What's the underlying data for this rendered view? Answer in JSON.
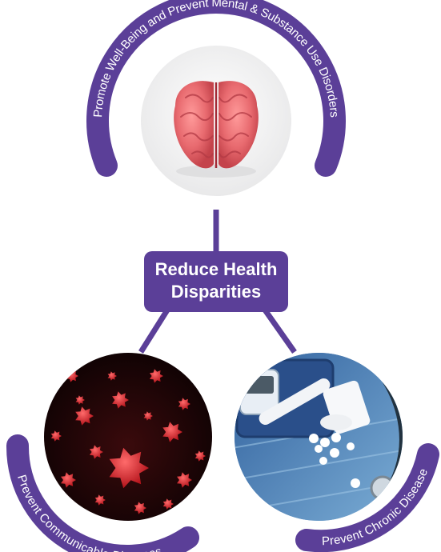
{
  "center": {
    "line1": "Reduce Health",
    "line2": "Disparities"
  },
  "nodes": {
    "top": {
      "label": "Promote Well-Being and Prevent Mental & Substance Use Disorders",
      "image": "brain-image"
    },
    "left": {
      "label": "Prevent Communicable Diseases",
      "image": "virus-image"
    },
    "right": {
      "label": "Prevent Chronic Disease",
      "image": "diabetes-supplies-image"
    }
  },
  "colors": {
    "accent": "#5b3f98",
    "text_on_accent": "#ffffff"
  }
}
